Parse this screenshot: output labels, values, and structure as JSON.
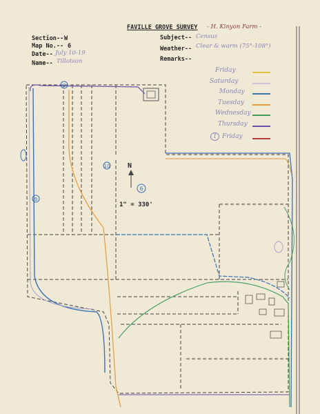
{
  "header": {
    "title": "FAVILLE GROVE SURVEY",
    "farm_note": "- H. Kinyon Farm -"
  },
  "fields": {
    "section_label": "Section--",
    "section_value": "W",
    "map_label": "Map No.--",
    "map_value": "6",
    "date_label": "Date--",
    "date_value": "July 10-19",
    "name_label": "Name--",
    "name_value": "Tillotson",
    "subject_label": "Subject--",
    "subject_value": "Census",
    "weather_label": "Weather--",
    "weather_value": "Clear & warm (75°-108°)",
    "remarks_label": "Remarks--"
  },
  "legend": [
    {
      "day": "Friday",
      "color": "#e0c438"
    },
    {
      "day": "Saturday",
      "color": "#c9c4d8"
    },
    {
      "day": "Monday",
      "color": "#3b6fb8"
    },
    {
      "day": "Tuesday",
      "color": "#e59a3a"
    },
    {
      "day": "Wednesday",
      "color": "#3f9a59"
    },
    {
      "day": "Thursday",
      "color": "#6a4fa8"
    },
    {
      "day": "Friday",
      "color": "#b83a3a"
    }
  ],
  "legend_index": "1",
  "map": {
    "north_label": "N",
    "scale": "1\" = 330'",
    "plot_labels": [
      "8",
      "10",
      "9",
      "6"
    ]
  }
}
